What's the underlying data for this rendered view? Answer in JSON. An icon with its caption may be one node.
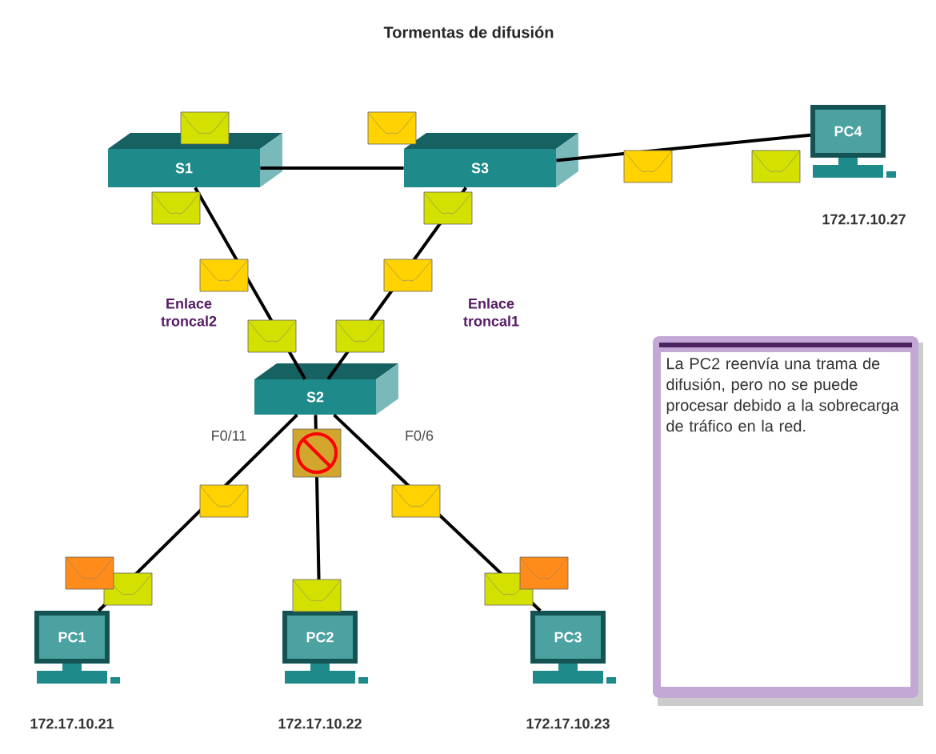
{
  "diagram": {
    "title": "Tormentas de difusión",
    "nodes": [
      {
        "text": [
          "S1"
        ]
      },
      {
        "text": [
          "S3"
        ]
      },
      {
        "text": [
          "PC4"
        ],
        "beside": [
          "172.17.10.27"
        ]
      },
      {
        "text": [
          "S2"
        ]
      },
      {
        "text": [
          "PC1"
        ],
        "beside": [
          "172.17.10.21"
        ]
      },
      {
        "text": [
          "PC2"
        ],
        "beside": [
          "172.17.10.22"
        ]
      },
      {
        "text": [
          "PC3"
        ],
        "beside": [
          "172.17.10.23"
        ]
      },
      {
        "text": [
          "La PC2 reenvía una trama de difusión, pero no se puede procesar debido a la sobrecarga de tráfico en la red."
        ]
      }
    ],
    "edges": [
      {
        "from": 0,
        "to": 1,
        "arrow": "none"
      },
      {
        "from": 1,
        "to": 2,
        "arrow": "none"
      },
      {
        "from": 0,
        "to": 3,
        "arrow": "none"
      },
      {
        "from": 1,
        "to": 3,
        "arrow": "none"
      },
      {
        "from": 3,
        "to": 4,
        "arrow": "none"
      },
      {
        "from": 3,
        "to": 5,
        "arrow": "none"
      },
      {
        "from": 3,
        "to": 6,
        "arrow": "none"
      }
    ],
    "labels": [
      "Enlace troncal2",
      "Enlace troncal1",
      "F0/11",
      "F0/6"
    ]
  }
}
